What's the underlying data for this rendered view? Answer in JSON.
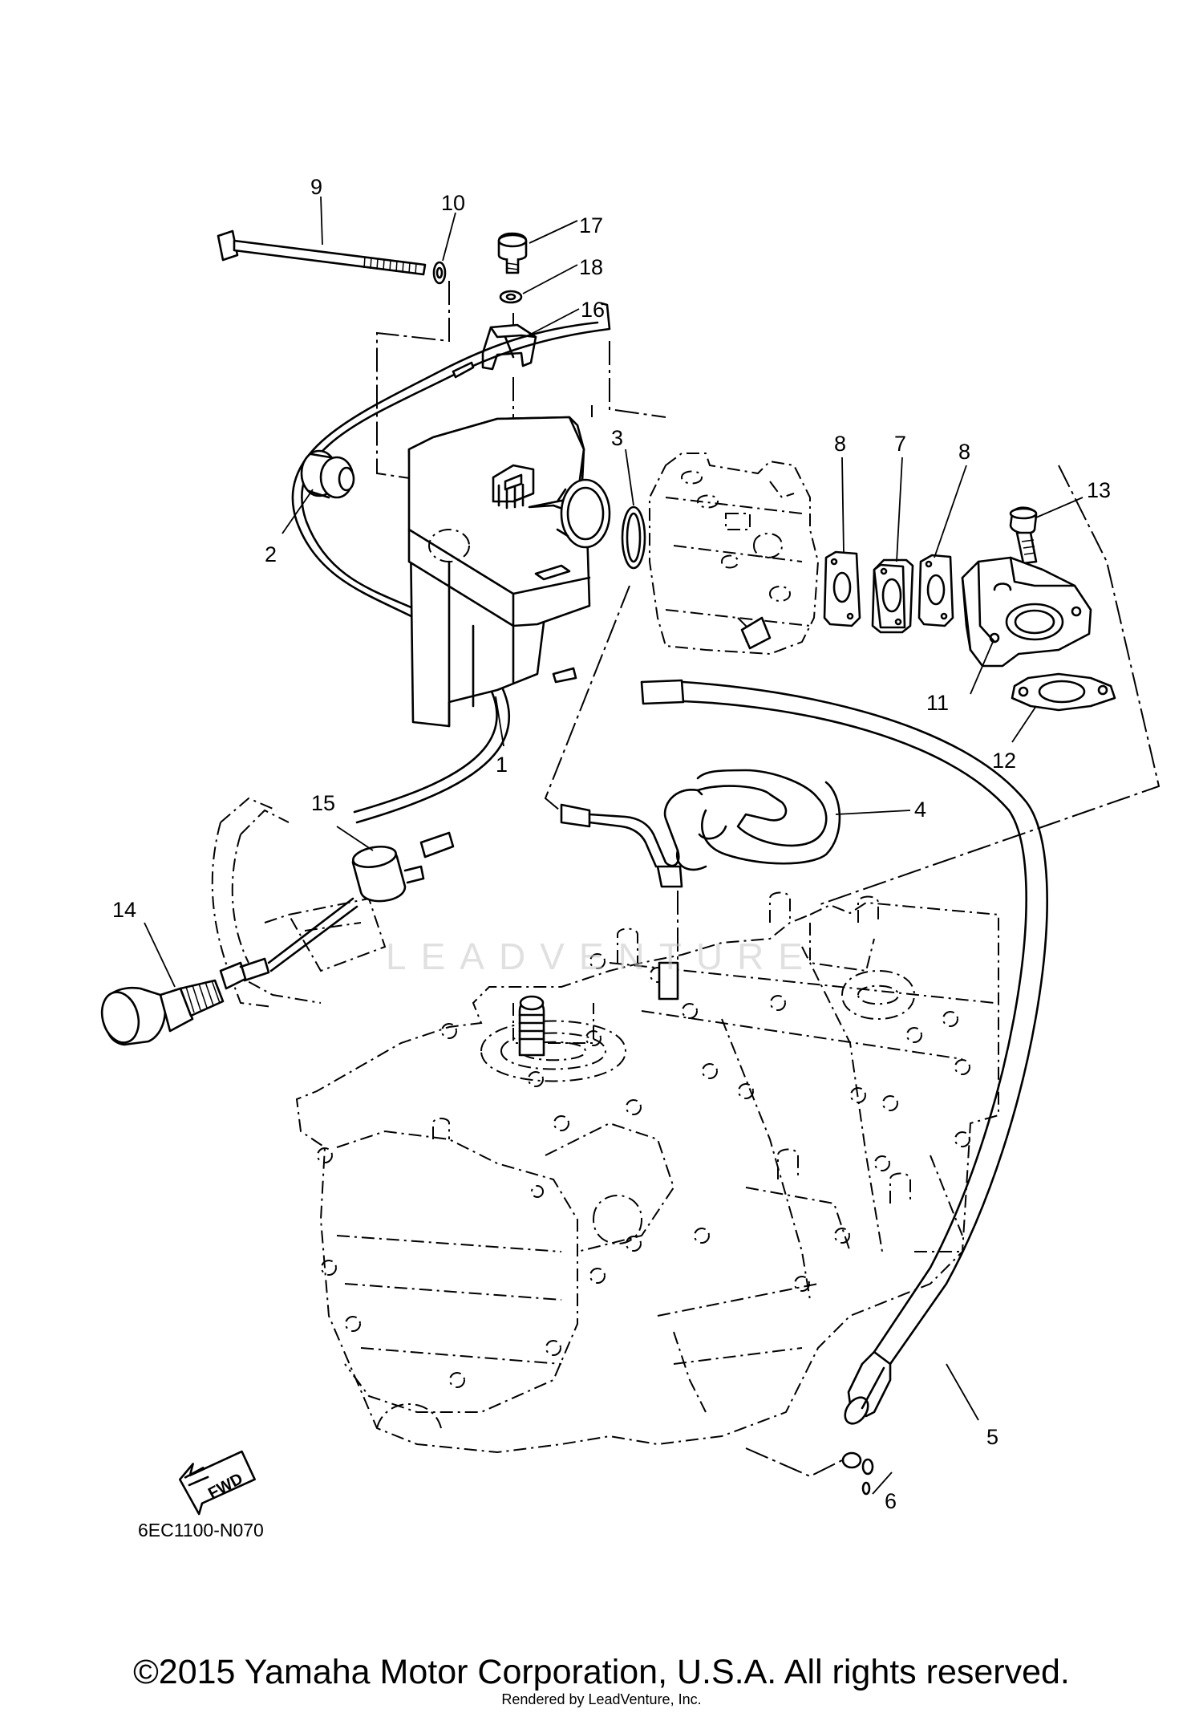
{
  "diagram": {
    "code": "6EC1100-N070",
    "fwd_label": "FWD",
    "callouts": {
      "c1": "1",
      "c2": "2",
      "c3": "3",
      "c4": "4",
      "c5": "5",
      "c6": "6",
      "c7": "7",
      "c8a": "8",
      "c8b": "8",
      "c9": "9",
      "c10": "10",
      "c11": "11",
      "c12": "12",
      "c13": "13",
      "c14": "14",
      "c15": "15",
      "c16": "16",
      "c17": "17",
      "c18": "18"
    }
  },
  "watermark": "LEADVENTURE",
  "footer": {
    "copyright": "©2015 Yamaha Motor Corporation, U.S.A. All rights reserved.",
    "rendered_by": "Rendered by LeadVenture, Inc."
  }
}
